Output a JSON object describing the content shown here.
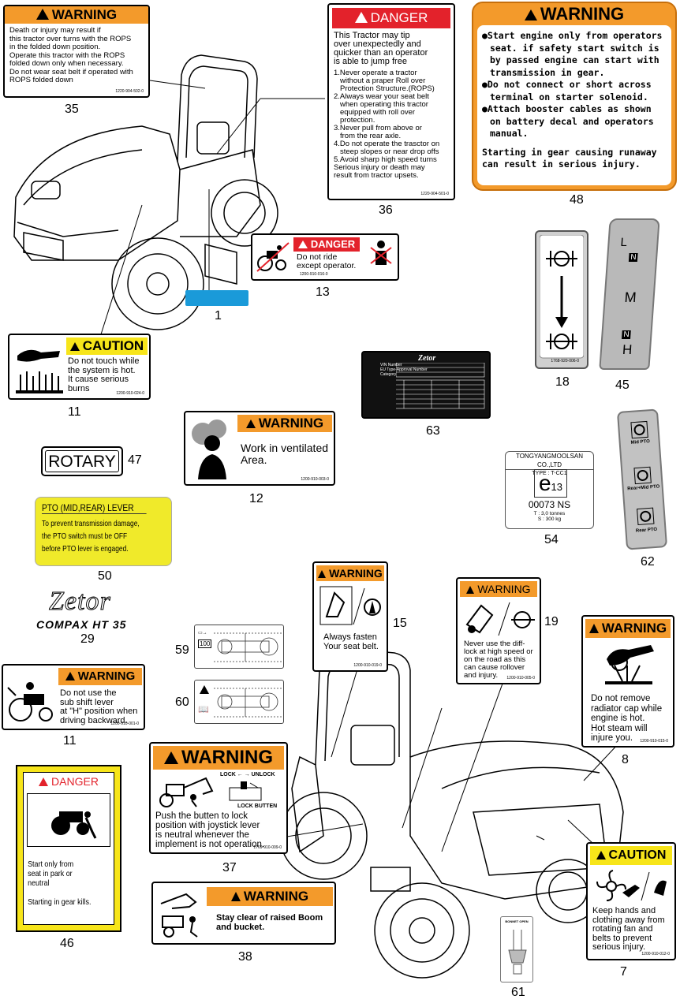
{
  "labels": {
    "d35": {
      "header": "WARNING",
      "lines": [
        "Death or injury may result if",
        "this tractor over turns with the ROPS",
        "in the folded down position.",
        "Operate this tractor with the ROPS",
        "folded down only when necessary.",
        "Do  not wear seat belt if operated with",
        "ROPS folded down"
      ],
      "code": "1220-904-502-0",
      "number": "35"
    },
    "d36": {
      "header": "DANGER",
      "lines": [
        "This Tractor may tip",
        "over unexpectedly and",
        "quicker than an operator",
        "is able to jump free",
        "1.Never operate a tractor",
        "without a praper Roll over",
        "Protection Structure.(ROPS)",
        "2.Always wear your seat belt",
        "when operating this tractor",
        "equipped with roll over",
        "protection.",
        "3.Never pull from above or",
        "from the rear axle.",
        "4.Do not operate the trasctor on",
        "steep slopes or near drop offs",
        "5.Avoid sharp high speed turns",
        "Serious injury or death may",
        "result from tractor upsets."
      ],
      "code": "1220-904-501-0",
      "number": "36"
    },
    "d48": {
      "header": "WARNING",
      "lines": [
        "●Start engine only from operators",
        "seat. if safety start switch is",
        "by passed engine can start with",
        "transmission in gear.",
        "●Do not connect or short across",
        "terminal on starter solenoid.",
        "●Attach booster cables as shown",
        "on battery decal and operators",
        "manual.",
        "",
        "Starting in gear causing runaway",
        "can result in serious injury."
      ],
      "number": "48"
    },
    "d13": {
      "header": "DANGER",
      "lines": [
        "Do not ride",
        "except operator."
      ],
      "code": "1200-910-016-0",
      "number": "13"
    },
    "d1": {
      "number": "1",
      "color": "#1a9ad9"
    },
    "d11a": {
      "header": "CAUTION",
      "lines": [
        "Do not touch while",
        "the system is hot.",
        "It cause serious",
        "burns"
      ],
      "code": "1200-910-024-0",
      "number": "11"
    },
    "d18": {
      "code": "1768-920-006-0",
      "number": "18"
    },
    "d45": {
      "marks": [
        "L",
        "N",
        "M",
        "N",
        "H"
      ],
      "number": "45"
    },
    "d63": {
      "brand": "Zetor",
      "rows": [
        "VIN Number",
        "EU Type-Approval Number",
        "Category"
      ],
      "number": "63"
    },
    "d12": {
      "header": "WARNING",
      "lines": [
        "Work in ventilated",
        "Area."
      ],
      "code": "1200-910-003-0",
      "number": "12"
    },
    "d47": {
      "text": "ROTARY",
      "number": "47"
    },
    "d54": {
      "company": "TONGYANGMOOLSAN CO.,LTD",
      "type": "TYPE : T-CC1",
      "e": "e",
      "sub": "13",
      "approval": "00073 NS",
      "t": "T : 3,0 tonnes",
      "s": "S : 300 kg",
      "number": "54"
    },
    "d62": {
      "items": [
        "Mid PTO",
        "Rear+Mid PTO",
        "Rear PTO"
      ],
      "number": "62"
    },
    "d50": {
      "header": "PTO (MID,REAR) LEVER",
      "lines": [
        "To prevent transmission damage,",
        "the PTO switch must be OFF",
        "before PTO lever is engaged."
      ],
      "number": "50"
    },
    "d29": {
      "brand": "Zetor",
      "model": "COMPAX HT 35",
      "number": "29"
    },
    "d15": {
      "header": "WARNING",
      "lines": [
        "Always fasten",
        "Your  seat belt."
      ],
      "code": "1200-910-019-0",
      "number": "15"
    },
    "d19": {
      "header": "WARNING",
      "lines": [
        "Never use the diff-",
        "lock at high speed or",
        "on the road as this",
        "can cause rollover",
        "and injury."
      ],
      "code": "1200-910-005-0",
      "number": "19"
    },
    "d8": {
      "header": "WARNING",
      "lines": [
        "Do not remove",
        "radiator cap while",
        "engine is hot.",
        "Hot steam will",
        "injure you."
      ],
      "code": "1200-910-015-0",
      "number": "8"
    },
    "d59": {
      "box": "100",
      "number": "59"
    },
    "d60": {
      "number": "60"
    },
    "d11b": {
      "header": "WARNING",
      "lines": [
        "Do not use the",
        "sub shift lever",
        "at \"H\" position when",
        "driving backward."
      ],
      "code": "1200-910-001-0",
      "number": "11"
    },
    "d37": {
      "header": "WARNING",
      "lock": "LOCK ← → UNLOCK",
      "button": "LOCK BUTTEN",
      "lines": [
        "Push the butten to lock",
        "position with joystick lever",
        "is neutral whenever the",
        "implement is not operation."
      ],
      "code": "1769-910-009-0",
      "number": "37"
    },
    "d46": {
      "header": "DANGER",
      "lines": [
        "Start only from",
        "seat in park or",
        "neutral",
        "",
        "Starting in gear kills."
      ],
      "number": "46"
    },
    "d38": {
      "header": "WARNING",
      "lines": [
        "Stay clear of raised Boom",
        "and bucket."
      ],
      "number": "38"
    },
    "d7": {
      "header": "CAUTION",
      "lines": [
        "Keep hands and",
        "clothing away from",
        "rotating  fan and",
        "belts to   prevent",
        "serious injury."
      ],
      "code": "1200-910-012-0",
      "number": "7"
    },
    "d61": {
      "header": "BONNET OPEN",
      "number": "61"
    }
  }
}
